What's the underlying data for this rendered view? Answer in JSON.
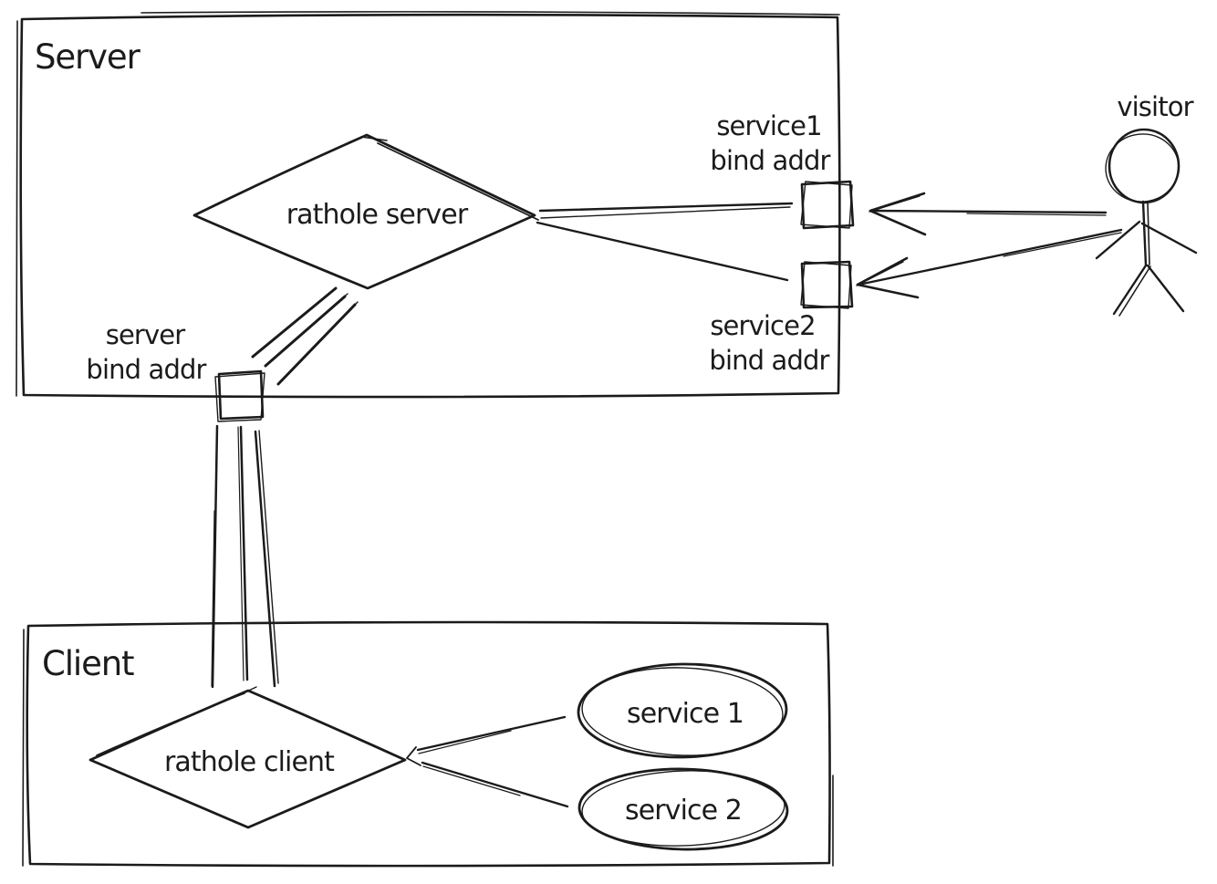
{
  "ink_color": "#1b1b1b",
  "background_color": "#ffffff",
  "server": {
    "title": "Server",
    "rathole_server": "rathole server",
    "service1_bind": {
      "line1": "service1",
      "line2": "bind addr"
    },
    "service2_bind": {
      "line1": "service2",
      "line2": "bind addr"
    },
    "server_bind": {
      "line1": "server",
      "line2": "bind addr"
    }
  },
  "client": {
    "title": "Client",
    "rathole_client": "rathole client",
    "service1": "service 1",
    "service2": "service 2"
  },
  "visitor": {
    "label": "visitor"
  }
}
